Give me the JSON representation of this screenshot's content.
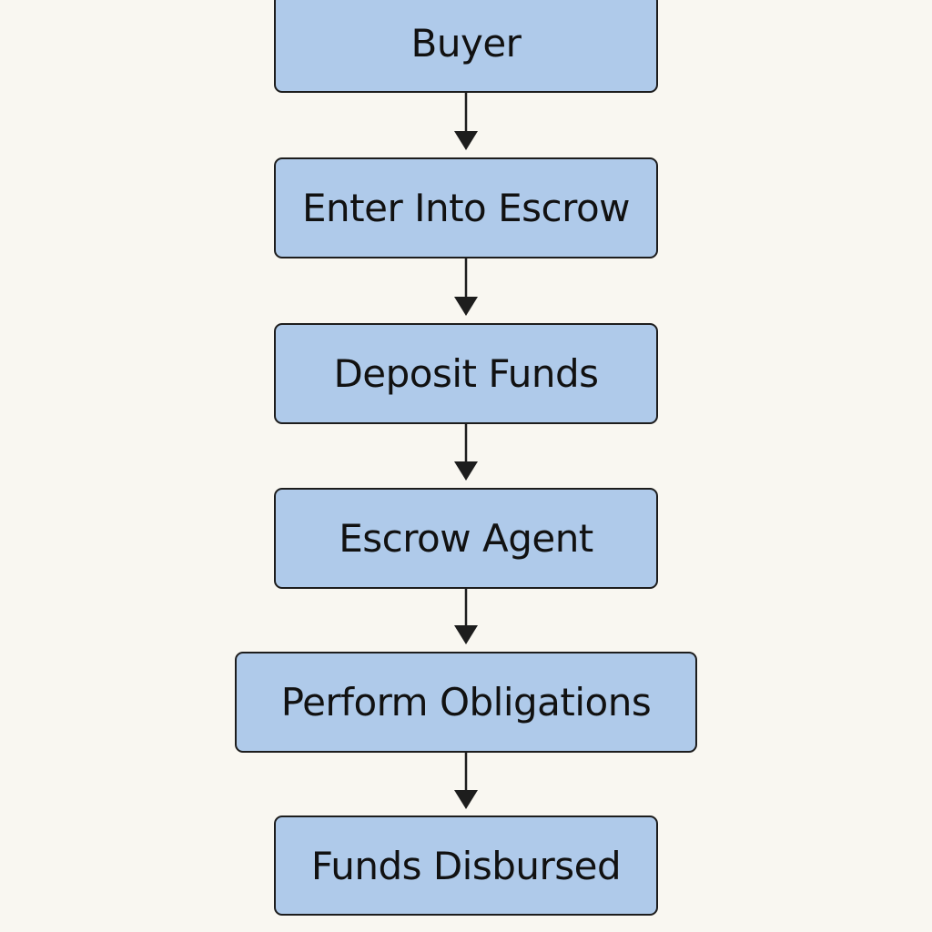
{
  "diagram": {
    "nodes": [
      {
        "label": "Buyer"
      },
      {
        "label": "Enter Into Escrow"
      },
      {
        "label": "Deposit Funds"
      },
      {
        "label": "Escrow Agent"
      },
      {
        "label": "Perform Obligations"
      },
      {
        "label": "Funds Disbursed"
      }
    ],
    "edges": [
      {
        "from": 0,
        "to": 1
      },
      {
        "from": 1,
        "to": 2
      },
      {
        "from": 2,
        "to": 3
      },
      {
        "from": 3,
        "to": 4
      },
      {
        "from": 4,
        "to": 5
      }
    ],
    "colors": {
      "background": "#f9f7f1",
      "node_fill": "#afcaea",
      "stroke": "#1d1d1d"
    }
  }
}
